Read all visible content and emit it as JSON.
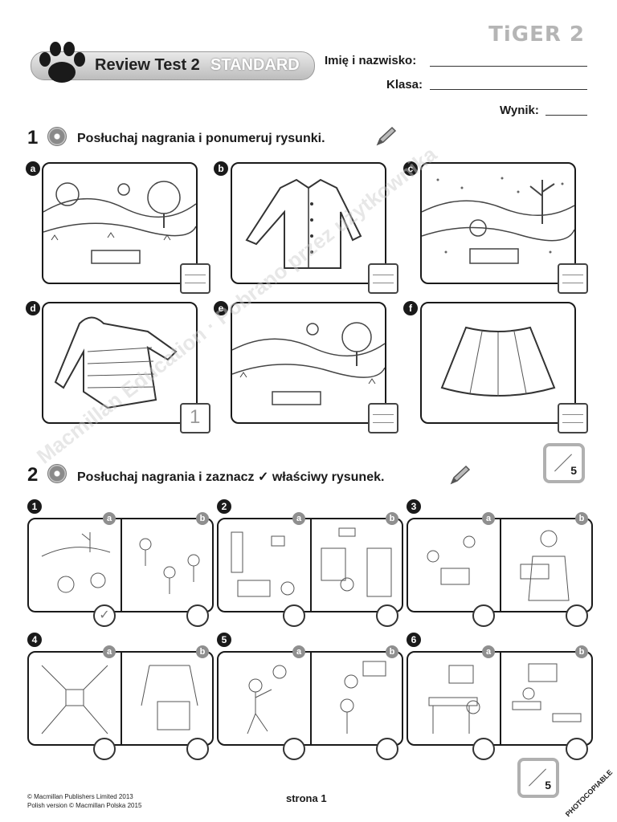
{
  "header": {
    "logo": "TiGER 2",
    "title": "Review Test 2",
    "level": "STANDARD",
    "fields": {
      "name_label": "Imię i nazwisko:",
      "class_label": "Klasa:",
      "score_label": "Wynik:"
    }
  },
  "section1": {
    "number": "1",
    "instruction": "Posłuchaj nagrania i ponumeruj rysunki.",
    "score": "5",
    "items": [
      {
        "letter": "a",
        "icon": "summer-landscape-icon",
        "answer": ""
      },
      {
        "letter": "b",
        "icon": "shirt-icon",
        "answer": ""
      },
      {
        "letter": "c",
        "icon": "winter-landscape-icon",
        "answer": ""
      },
      {
        "letter": "d",
        "icon": "jacket-icon",
        "answer": "1"
      },
      {
        "letter": "e",
        "icon": "spring-landscape-icon",
        "answer": ""
      },
      {
        "letter": "f",
        "icon": "skirt-icon",
        "answer": ""
      }
    ]
  },
  "section2": {
    "number": "2",
    "instruction": "Posłuchaj nagrania i zaznacz ✓ właściwy rysunek.",
    "score": "5",
    "items": [
      {
        "number": "1",
        "left_letter": "a",
        "right_letter": "b",
        "left_icon": "snowball-fight-icon",
        "right_icon": "children-running-icon",
        "left_check": "✓",
        "right_check": ""
      },
      {
        "number": "2",
        "left_letter": "a",
        "right_letter": "b",
        "left_icon": "gym-icon",
        "right_icon": "library-icon",
        "left_check": "",
        "right_check": ""
      },
      {
        "number": "3",
        "left_letter": "a",
        "right_letter": "b",
        "left_icon": "board-game-icon",
        "right_icon": "boy-with-laptop-icon",
        "left_check": "",
        "right_check": ""
      },
      {
        "number": "4",
        "left_letter": "a",
        "right_letter": "b",
        "left_icon": "corridor-icon",
        "right_icon": "playground-icon",
        "left_check": "",
        "right_check": ""
      },
      {
        "number": "5",
        "left_letter": "a",
        "right_letter": "b",
        "left_icon": "football-icon",
        "right_icon": "basketball-icon",
        "left_check": "",
        "right_check": ""
      },
      {
        "number": "6",
        "left_letter": "a",
        "right_letter": "b",
        "left_icon": "computer-room-icon",
        "right_icon": "classroom-icon",
        "left_check": "",
        "right_check": ""
      }
    ]
  },
  "footer": {
    "copyright1": "© Macmillan Publishers Limited 2013",
    "copyright2": "Polish version © Macmillan Polska 2015",
    "page": "strona 1",
    "photocopiable": "PHOTOCOPIABLE",
    "watermark": "Macmillan Education · Pobrano przez użytkownika"
  }
}
